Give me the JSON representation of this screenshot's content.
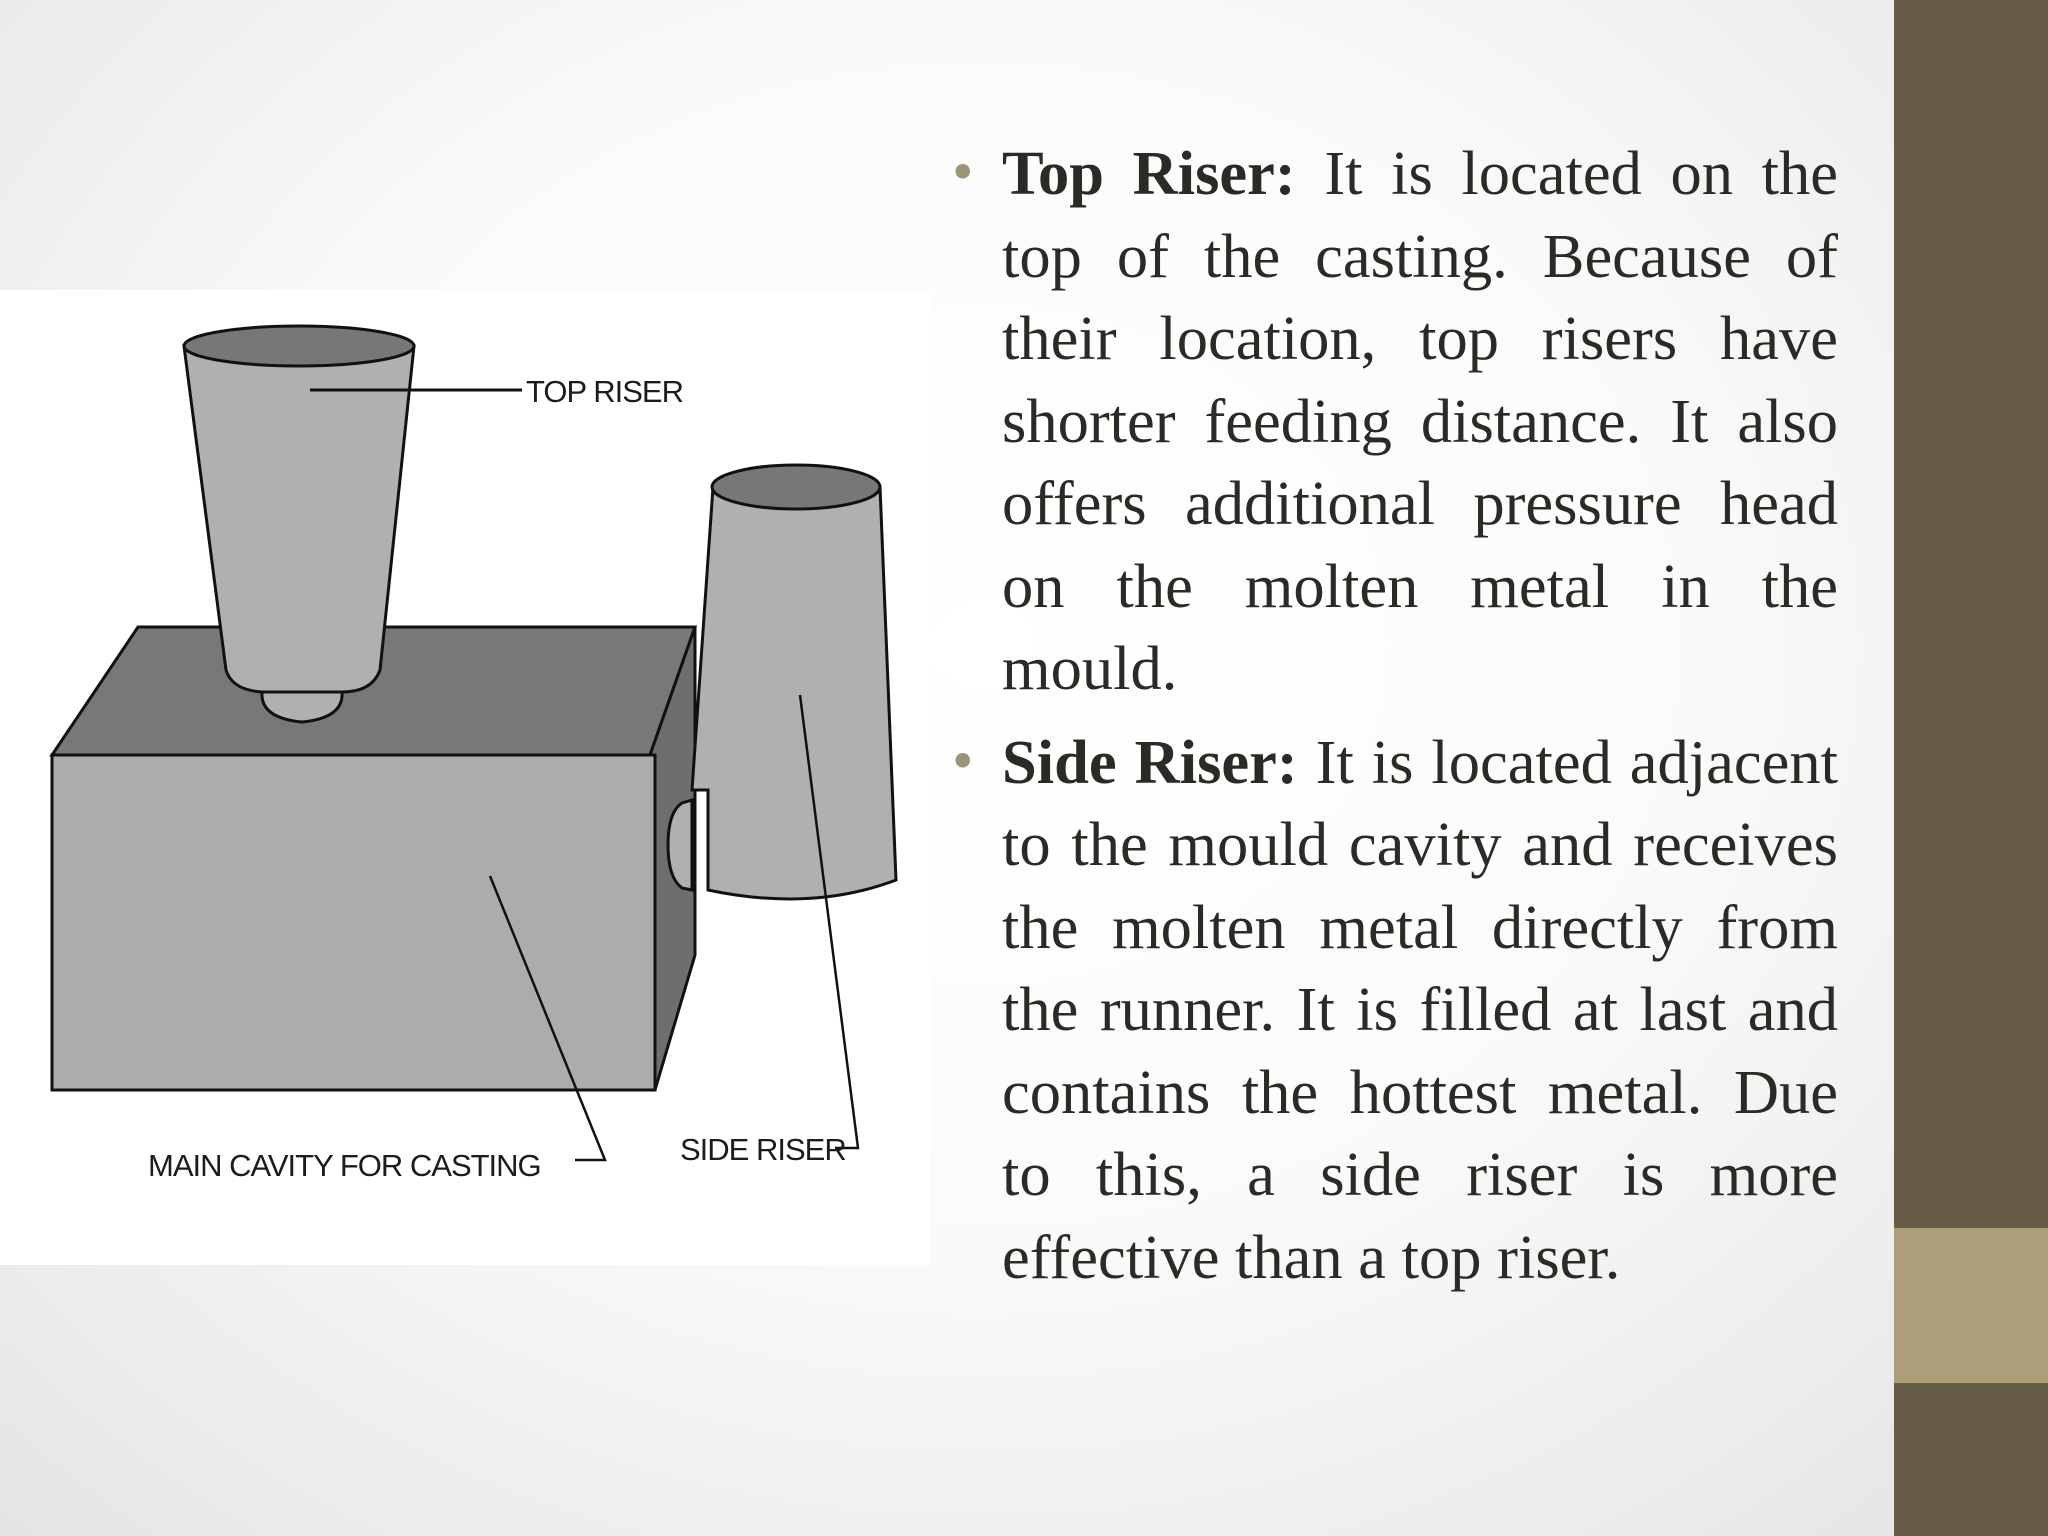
{
  "colors": {
    "side_band": "#665c47",
    "side_accent": "#ab9e79",
    "bullet": "#9a9479",
    "text": "#2b2a24",
    "cavity_top": "#787878",
    "cavity_front": "#acacac",
    "riser_body": "#b0b0b0",
    "riser_opening": "#777777"
  },
  "diagram": {
    "labels": {
      "top_riser": "TOP RISER",
      "side_riser": "SIDE RISER",
      "main_cavity": "MAIN CAVITY FOR CASTING"
    }
  },
  "bullets": [
    {
      "term": "Top Riser:",
      "text": " It is located on the top of the casting. Because of their location, top risers have shorter feeding distance. It also offers additional pressure head on the molten metal in the mould."
    },
    {
      "term": "Side Riser:",
      "text": " It is located adjacent to the mould cavity and receives the molten metal directly from the runner.  It is filled at last and contains the hottest metal. Due to this, a side riser is more effective than a top riser."
    }
  ]
}
